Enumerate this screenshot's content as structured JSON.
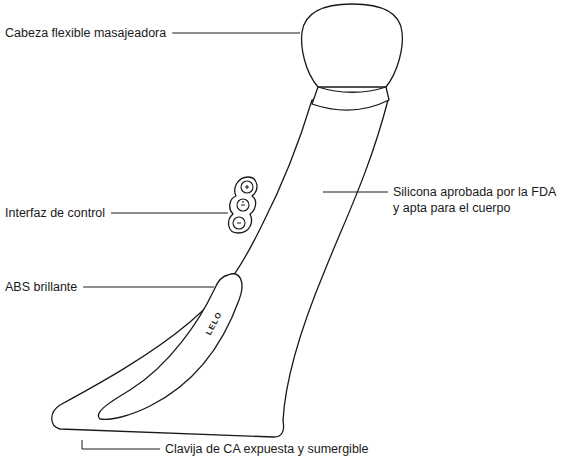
{
  "diagram": {
    "labels": [
      "Cabeza flexible masajeadora",
      "Interfaz de control",
      "Silicona aprobada por la FDA y apta para el cuerpo",
      "ABS brillante",
      "Clavija de CA expuesta y sumergible",
      "LELO"
    ]
  }
}
